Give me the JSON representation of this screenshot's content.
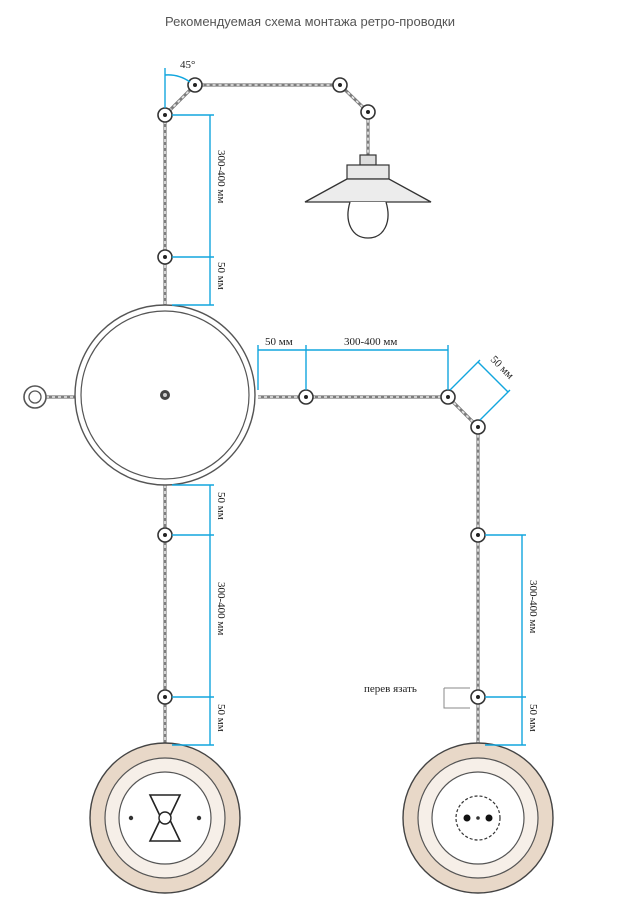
{
  "title": "Рекомендуемая схема монтажа ретро-проводки",
  "labels": {
    "angle": "45°",
    "d_top_long": "300-400 мм",
    "d_top_short": "50 мм",
    "d_h_short": "50 мм",
    "d_h_long": "300-400 мм",
    "d_diag": "50 мм",
    "d_left_mid_short": "50 мм",
    "d_left_long": "300-400 мм",
    "d_left_bottom_short": "50 мм",
    "d_right_long": "300-400 мм",
    "d_right_bottom_short": "50 мм",
    "tie_note": "перев язать"
  },
  "colors": {
    "dimension": "#12a6de",
    "cable": "#7d7d7d",
    "porcelain": "#e8d8c8"
  },
  "icons": [
    "ceiling-lamp-icon",
    "junction-box-icon",
    "switch-icon",
    "socket-icon",
    "insulator-icon"
  ]
}
